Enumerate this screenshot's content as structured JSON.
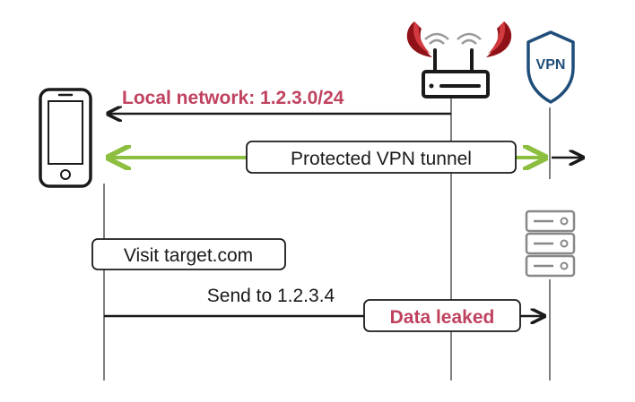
{
  "labels": {
    "local_network": "Local network: 1.2.3.0/24",
    "vpn_tunnel": "Protected VPN tunnel",
    "visit": "Visit target.com",
    "send_to": "Send to 1.2.3.4",
    "data_leaked": "Data leaked",
    "vpn_badge": "VPN"
  },
  "icons": {
    "phone": "smartphone-icon",
    "router": "malicious-router-icon",
    "vpn": "vpn-shield-icon",
    "server": "server-icon"
  },
  "colors": {
    "alert": "#c0425f",
    "tunnel": "#8cbf3f",
    "stroke": "#1a1a1a",
    "lifeline": "#555555",
    "shield": "#1f4e7a",
    "horn_dark": "#8f1218",
    "horn_light": "#d23a3f",
    "server_gray": "#888888"
  }
}
